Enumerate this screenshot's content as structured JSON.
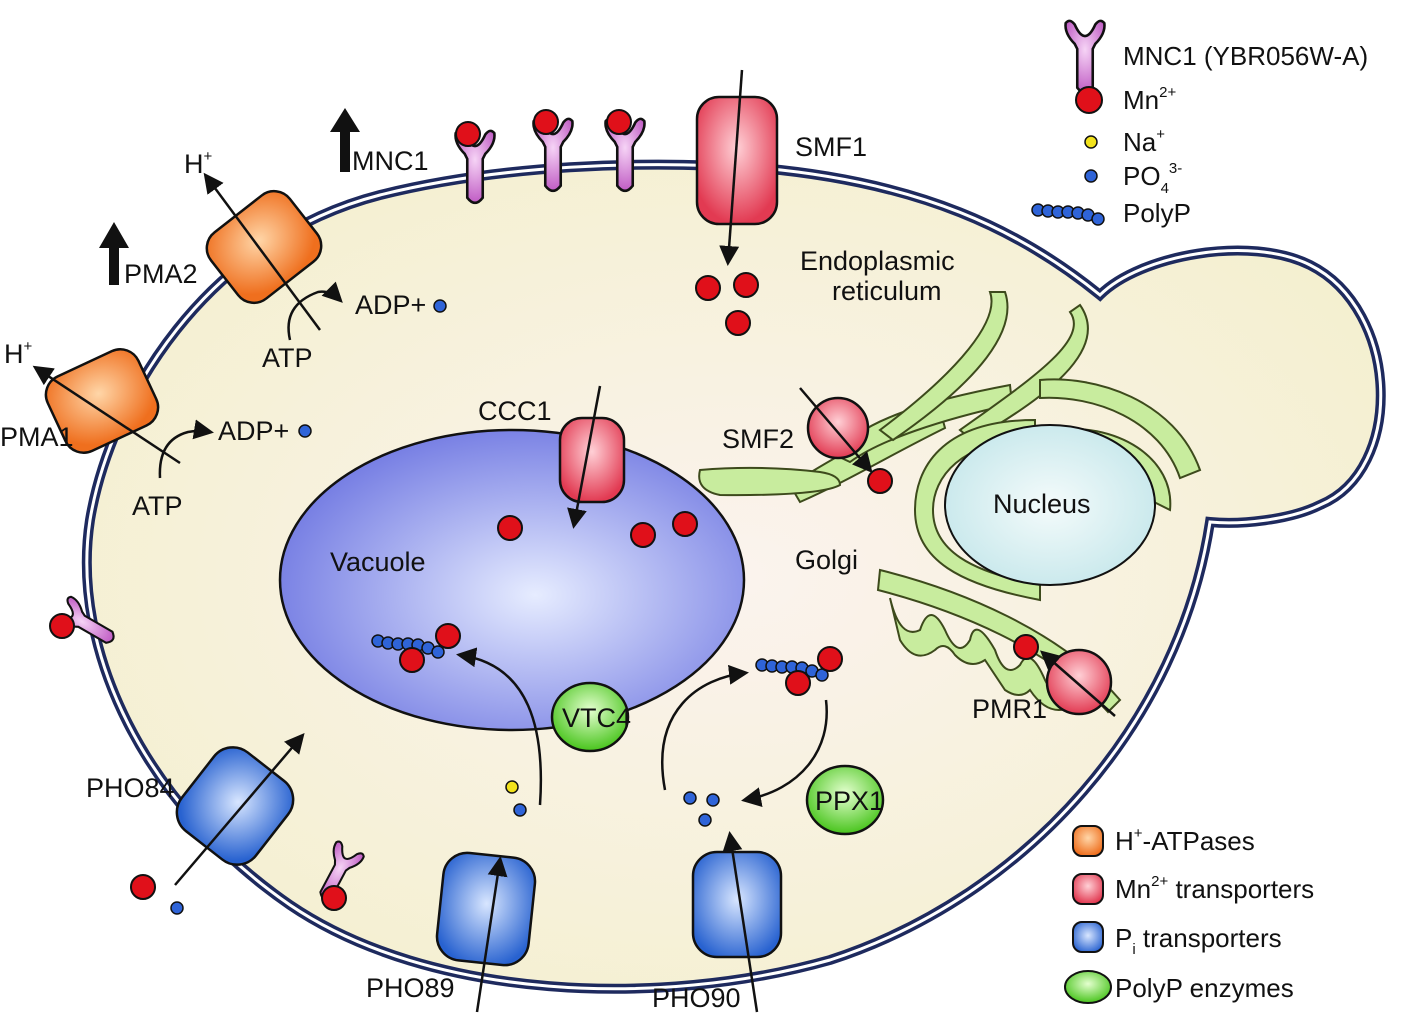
{
  "legend": {
    "mnc1": "MNC1 (YBR056W-A)",
    "mn": "Mn",
    "mn_sup": "2+",
    "na": "Na",
    "na_sup": "+",
    "po4": "PO",
    "po4_sub": "4",
    "po4_sup": "3-",
    "polyp": "PolyP",
    "h_atpases": "-ATPases",
    "h_atpases_prefix": "H",
    "h_atpases_sup": "+",
    "mn_transporters": " transporters",
    "mn_transporters_prefix": "Mn",
    "mn_transporters_sup": "2+",
    "pi_transporters_prefix": "P",
    "pi_transporters_sub": "i",
    "pi_transporters": " transporters",
    "polyp_enzymes": "PolyP enzymes"
  },
  "labels": {
    "mnc1_up": "MNC1",
    "pma2_up": "PMA2",
    "pma1": "PMA1",
    "smf1": "SMF1",
    "smf2": "SMF2",
    "ccc1": "CCC1",
    "pmr1": "PMR1",
    "pho84": "PHO84",
    "pho89": "PHO89",
    "pho90": "PHO90",
    "vtc4": "VTC4",
    "ppx1": "PPX1",
    "vacuole": "Vacuole",
    "nucleus": "Nucleus",
    "golgi": "Golgi",
    "er_line1": "Endoplasmic",
    "er_line2": "reticulum",
    "h_plus": "H",
    "h_plus_sup": "+",
    "adp": "ADP+",
    "atp": "ATP"
  },
  "colors": {
    "cytoplasm": "#f6f2d3",
    "membrane": "#1e2a5e",
    "orange": "#f07a2a",
    "red_transporter": "#e8465a",
    "blue_transporter": "#2f6fd6",
    "green_enzyme": "#5fd12d",
    "mn_ion": "#e0101a",
    "na_ion": "#f2e21c",
    "po4_ion": "#2f64d8",
    "mnc1_purple": "#c463c8",
    "er_green": "#c8ec9e",
    "vacuole": "#7f86e8",
    "nucleus": "#d6eef0"
  },
  "icons": [
    "mnc1-protein-icon",
    "mn-ion-icon",
    "na-ion-icon",
    "po4-ion-icon",
    "polyp-chain-icon",
    "up-arrow-icon"
  ]
}
